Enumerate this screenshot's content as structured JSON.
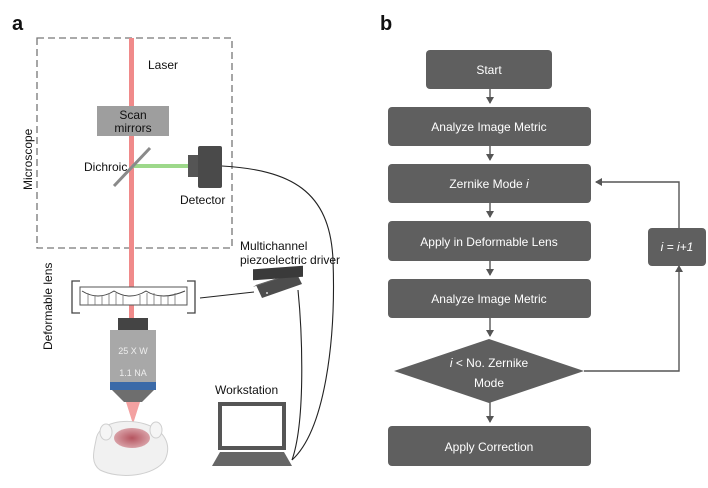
{
  "panel_a": {
    "letter": "a",
    "laser": "Laser",
    "scan_mirrors": [
      "Scan",
      "mirrors"
    ],
    "dichroic": "Dichroic",
    "detector": "Detector",
    "microscope": "Microscope",
    "driver": [
      "Multichannel",
      "piezoelectric driver"
    ],
    "deformable_lens": "Deformable lens",
    "objective": [
      "25 X   W",
      "1.1 NA"
    ],
    "workstation": "Workstation"
  },
  "panel_b": {
    "letter": "b",
    "steps": {
      "start": "Start",
      "analyze1": "Analyze Image Metric",
      "zernike_prefix": "Zernike Mode ",
      "zernike_var": "i",
      "apply_lens": "Apply in Deformable Lens",
      "analyze2": "Analyze Image Metric",
      "decision_var": "i",
      "decision_line1": " < No. Zernike",
      "decision_line2": "Mode",
      "correction": "Apply Correction"
    },
    "increment": "i = i+1"
  },
  "colors": {
    "box": "#5f5f5f",
    "laser": "#f08a8a",
    "green": "#9dd88a",
    "dashed": "#777777"
  }
}
